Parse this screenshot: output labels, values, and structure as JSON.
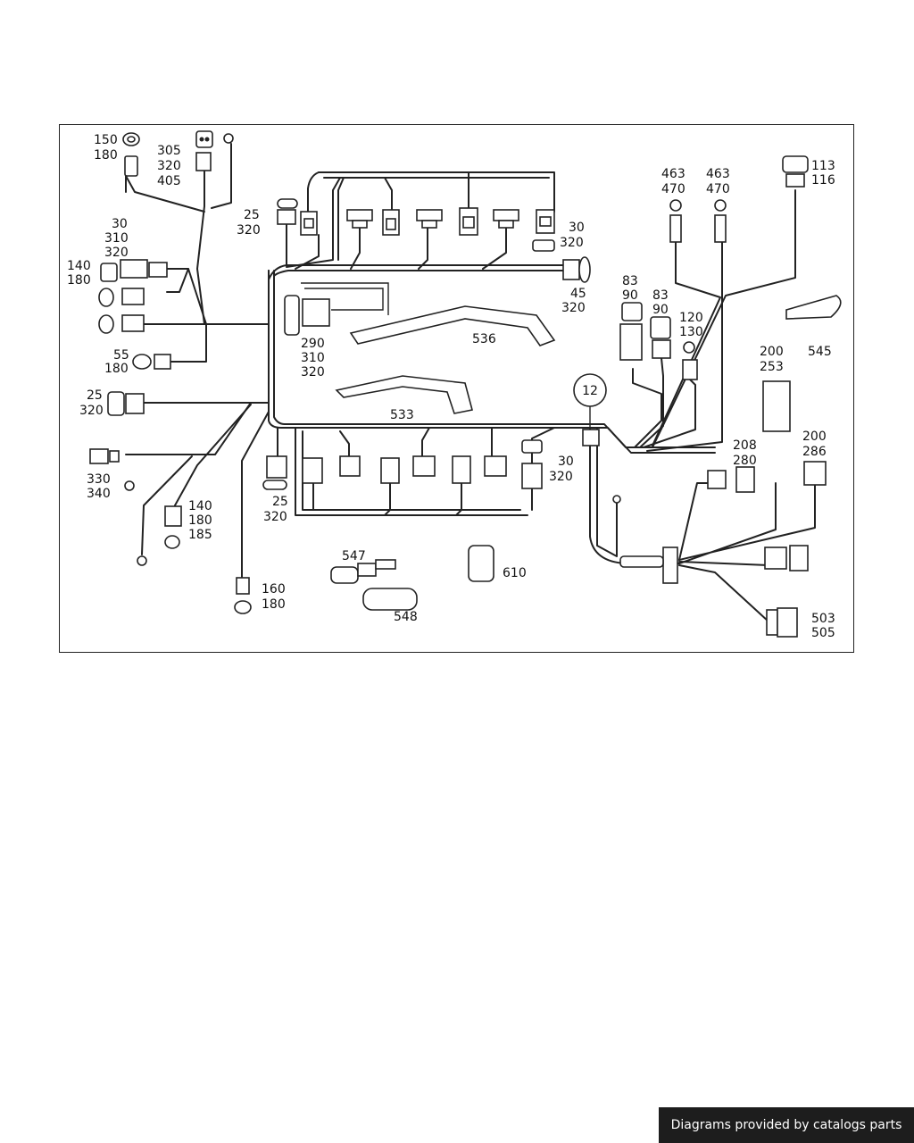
{
  "callouts": {
    "c1": [
      "150",
      "180"
    ],
    "c2": [
      "305",
      "320",
      "405"
    ],
    "c3": [
      "25",
      "320"
    ],
    "c4": [
      "30",
      "310",
      "320"
    ],
    "c5": [
      "140",
      "180"
    ],
    "c6": [
      "55",
      "180"
    ],
    "c7": [
      "290",
      "310",
      "320"
    ],
    "c8": [
      "536"
    ],
    "c9": [
      "533"
    ],
    "c10": [
      "25",
      "320"
    ],
    "c11": [
      "330",
      "340"
    ],
    "c12": [
      "140",
      "180",
      "185"
    ],
    "c13": [
      "25",
      "320"
    ],
    "c14": [
      "160",
      "180"
    ],
    "c15": [
      "547"
    ],
    "c16": [
      "548"
    ],
    "c17": [
      "610"
    ],
    "c18": [
      "30",
      "320"
    ],
    "c19": [
      "45",
      "320"
    ],
    "c20": [
      "30",
      "320"
    ],
    "c21": [
      "463",
      "470"
    ],
    "c22": [
      "463",
      "470"
    ],
    "c23": [
      "113",
      "116"
    ],
    "c24": [
      "83",
      "90"
    ],
    "c25": [
      "83",
      "90"
    ],
    "c26": [
      "120",
      "130"
    ],
    "c27": [
      "545"
    ],
    "c28": [
      "200",
      "253"
    ],
    "c29": [
      "208",
      "280"
    ],
    "c30": [
      "200",
      "286"
    ],
    "c31": [
      "503",
      "505"
    ]
  },
  "circle_marker": "12",
  "footer": "Diagrams provided by catalogs parts"
}
